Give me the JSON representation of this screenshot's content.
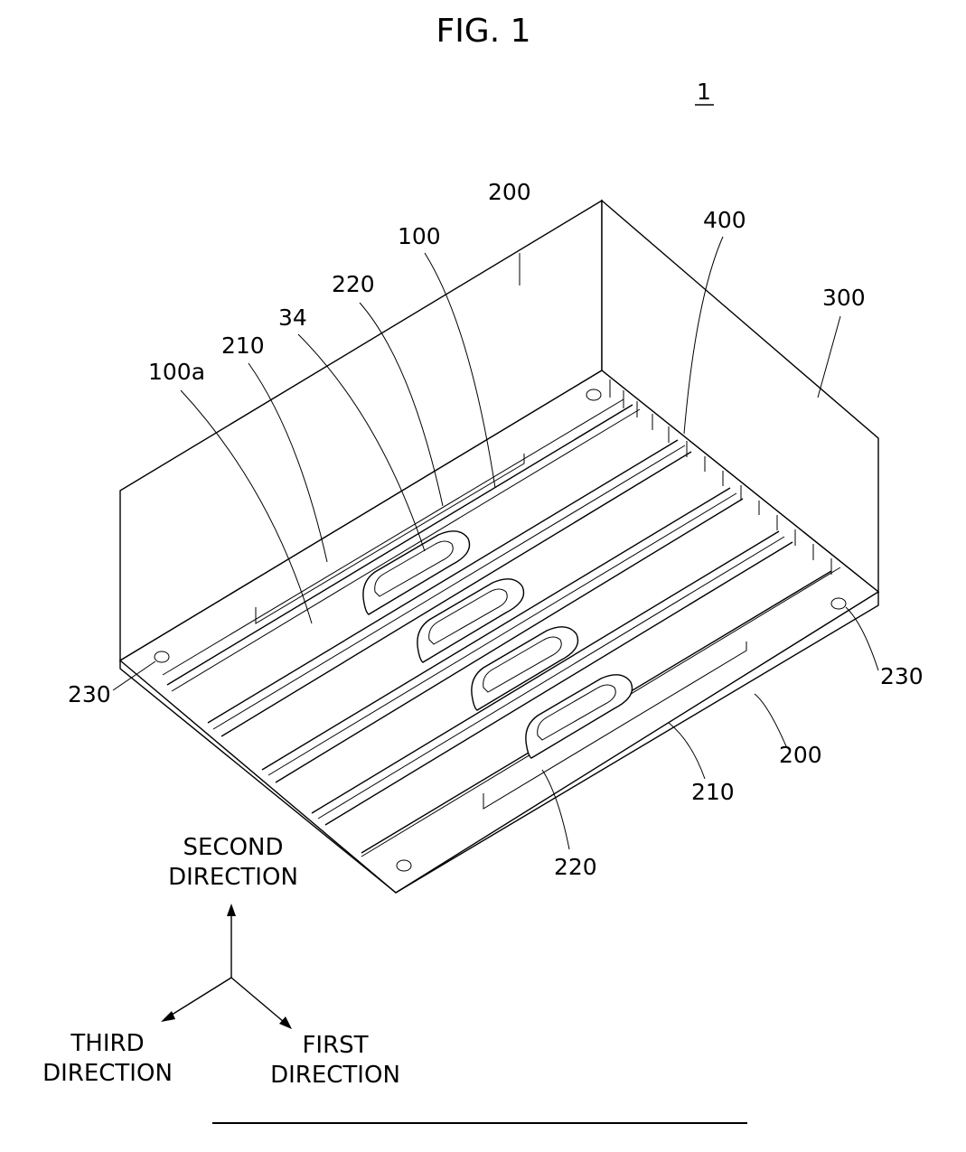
{
  "figure": {
    "title": "FIG. 1",
    "assembly_ref": "1"
  },
  "labels": {
    "l200_top": "200",
    "l100": "100",
    "l400": "400",
    "l220_top": "220",
    "l300": "300",
    "l34": "34",
    "l210_top": "210",
    "l100a": "100a",
    "l230_left": "230",
    "l230_right": "230",
    "l200_bottom": "200",
    "l210_bottom": "210",
    "l220_bottom": "220"
  },
  "axes": {
    "second_line1": "SECOND",
    "second_line2": "DIRECTION",
    "third_line1": "THIRD",
    "third_line2": "DIRECTION",
    "first_line1": "FIRST",
    "first_line2": "DIRECTION"
  }
}
